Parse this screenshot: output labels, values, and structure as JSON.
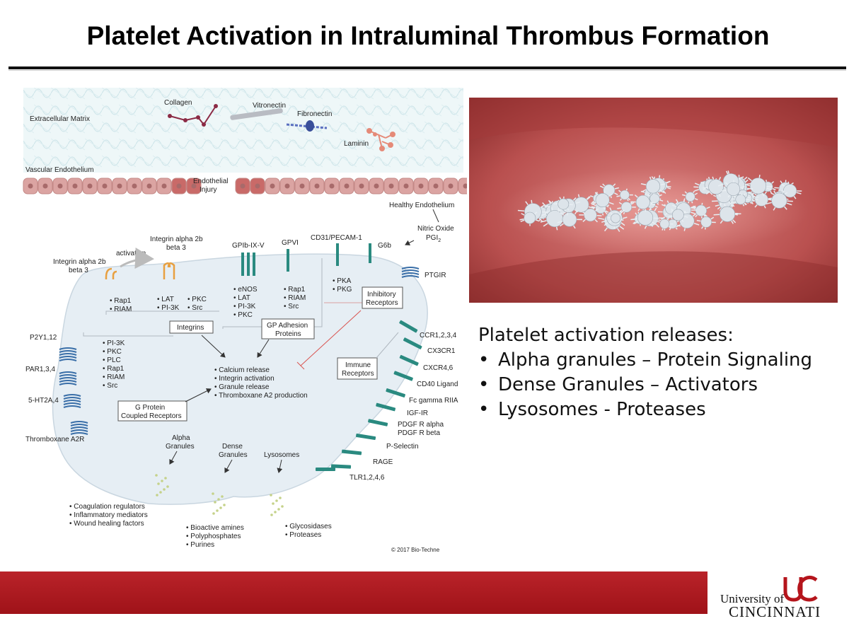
{
  "title": "Platelet Activation in Intraluminal Thrombus Formation",
  "colors": {
    "footer_red": "#b5151c",
    "receptor_teal": "#2a8a80",
    "platelet_fill": "#e6eef4",
    "endothelium": "#d79a98"
  },
  "diagram": {
    "ecm_label": "Extracellular Matrix",
    "collagen": "Collagen",
    "vitronectin": "Vitronectin",
    "fibronectin": "Fibronectin",
    "laminin": "Laminin",
    "vascular_endothelium": "Vascular Endothelium",
    "endothelial_injury": [
      "Endothelial",
      "Injury"
    ],
    "healthy_endothelium": "Healthy Endothelium",
    "nitric_oxide": "Nitric Oxide",
    "pgi2": "PGI",
    "pgi2_sub": "2",
    "integrin_inactive": [
      "Integrin alpha 2b",
      "beta 3"
    ],
    "activation": "activation",
    "integrin_active": [
      "Integrin alpha 2b",
      "beta 3"
    ],
    "integrin_inactive_signals": [
      "• Rap1",
      "• RIAM"
    ],
    "integrin_active_signals_a": [
      "• LAT",
      "• PI-3K"
    ],
    "integrin_active_signals_b": [
      "• PKC",
      "• Src"
    ],
    "integrins_box": "Integrins",
    "gpib": "GPIb-IX-V",
    "gpvi": "GPVI",
    "cd31": "CD31/PECAM-1",
    "g6b": "G6b",
    "gpib_signals": [
      "• eNOS",
      "• LAT",
      "• PI-3K",
      "• PKC"
    ],
    "gpvi_signals": [
      "• Rap1",
      "• RIAM",
      "• Src"
    ],
    "cd31_signals": [
      "• PKA",
      "• PKG"
    ],
    "gp_adhesion_box": [
      "GP Adhesion",
      "Proteins"
    ],
    "inhibitory_box": [
      "Inhibitory",
      "Receptors"
    ],
    "ptgir": "PTGIR",
    "gpcr_left": [
      "P2Y1,12",
      "PAR1,3,4",
      "5-HT2A,4",
      "Thromboxane A2R"
    ],
    "gpcr_signals": [
      "• PI-3K",
      "• PKC",
      "• PLC",
      "• Rap1",
      "• RIAM",
      "• Src"
    ],
    "gpcr_box": [
      "G Protein",
      "Coupled Receptors"
    ],
    "center_effects": [
      "• Calcium release",
      "• Integrin activation",
      "• Granule release",
      "• Thromboxane A2 production"
    ],
    "immune_box": [
      "Immune",
      "Receptors"
    ],
    "immune_receptors": [
      "CCR1,2,3,4",
      "CX3CR1",
      "CXCR4,6",
      "CD40 Ligand",
      "Fc gamma RIIA",
      "IGF-IR",
      "PDGF R alpha",
      "PDGF R beta",
      "P-Selectin",
      "RAGE",
      "TLR1,2,4,6"
    ],
    "alpha_granules": [
      "Alpha",
      "Granules"
    ],
    "dense_granules": [
      "Dense",
      "Granules"
    ],
    "lysosomes": "Lysosomes",
    "alpha_contents": [
      "• Coagulation regulators",
      "• Inflammatory mediators",
      "• Wound healing factors"
    ],
    "dense_contents": [
      "• Bioactive amines",
      "• Polyphosphates",
      "• Purines"
    ],
    "lysosome_contents": [
      "• Glycosidases",
      "• Proteases"
    ],
    "copyright": "© 2017 Bio-Techne"
  },
  "bullets": {
    "heading": "Platelet activation releases:",
    "items": [
      "Alpha granules – Protein Signaling",
      "Dense Granules – Activators",
      "Lysosomes - Proteases"
    ]
  },
  "footer": {
    "university_line1": "University of",
    "university_line2": "CINCINNATI"
  }
}
